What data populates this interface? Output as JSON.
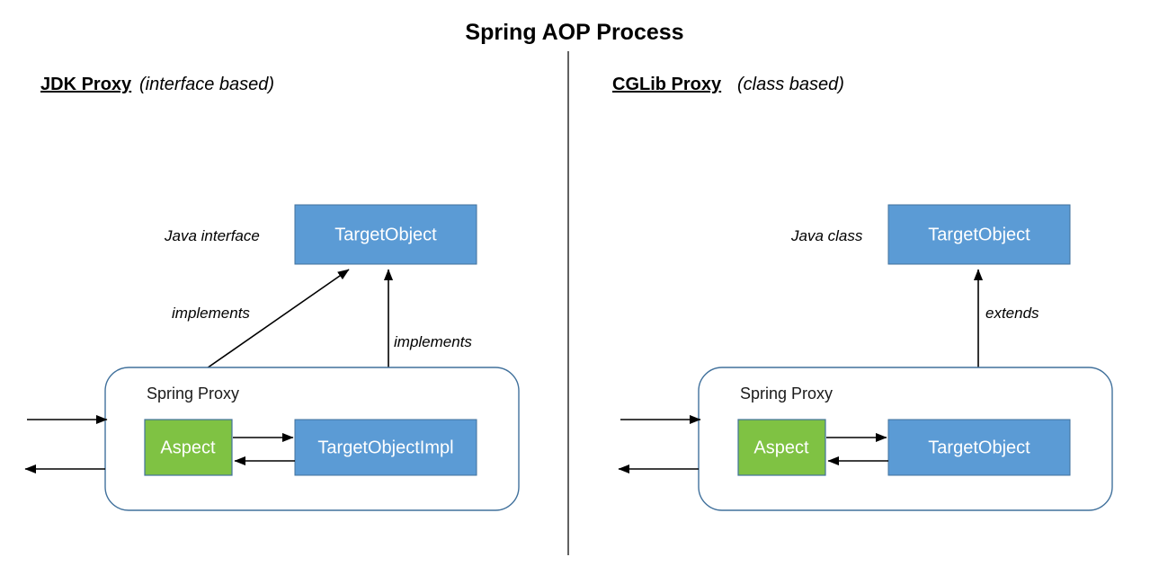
{
  "title": "Spring AOP Process",
  "divider": {
    "name": "vertical-divider",
    "color": "#3b3b3b"
  },
  "colors": {
    "blue_fill": "#5B9BD5",
    "blue_stroke": "#41719C",
    "green_fill": "#7FC243",
    "arrow": "#000000",
    "text": "#000000"
  },
  "left_panel": {
    "heading_bold": "JDK Proxy",
    "heading_italic": "(interface based)",
    "type_annotation": "Java interface",
    "top_box_label": "TargetObject",
    "proxy_label": "Spring Proxy",
    "aspect_label": "Aspect",
    "inner_box_label": "TargetObjectImpl",
    "edge_label_diagonal": "implements",
    "edge_label_vertical": "implements",
    "inbound_arrow": "request-in",
    "outbound_arrow": "response-out"
  },
  "right_panel": {
    "heading_bold": "CGLib Proxy",
    "heading_italic": "(class based)",
    "type_annotation": "Java class",
    "top_box_label": "TargetObject",
    "proxy_label": "Spring Proxy",
    "aspect_label": "Aspect",
    "inner_box_label": "TargetObject",
    "edge_label_vertical": "extends",
    "inbound_arrow": "request-in",
    "outbound_arrow": "response-out"
  }
}
